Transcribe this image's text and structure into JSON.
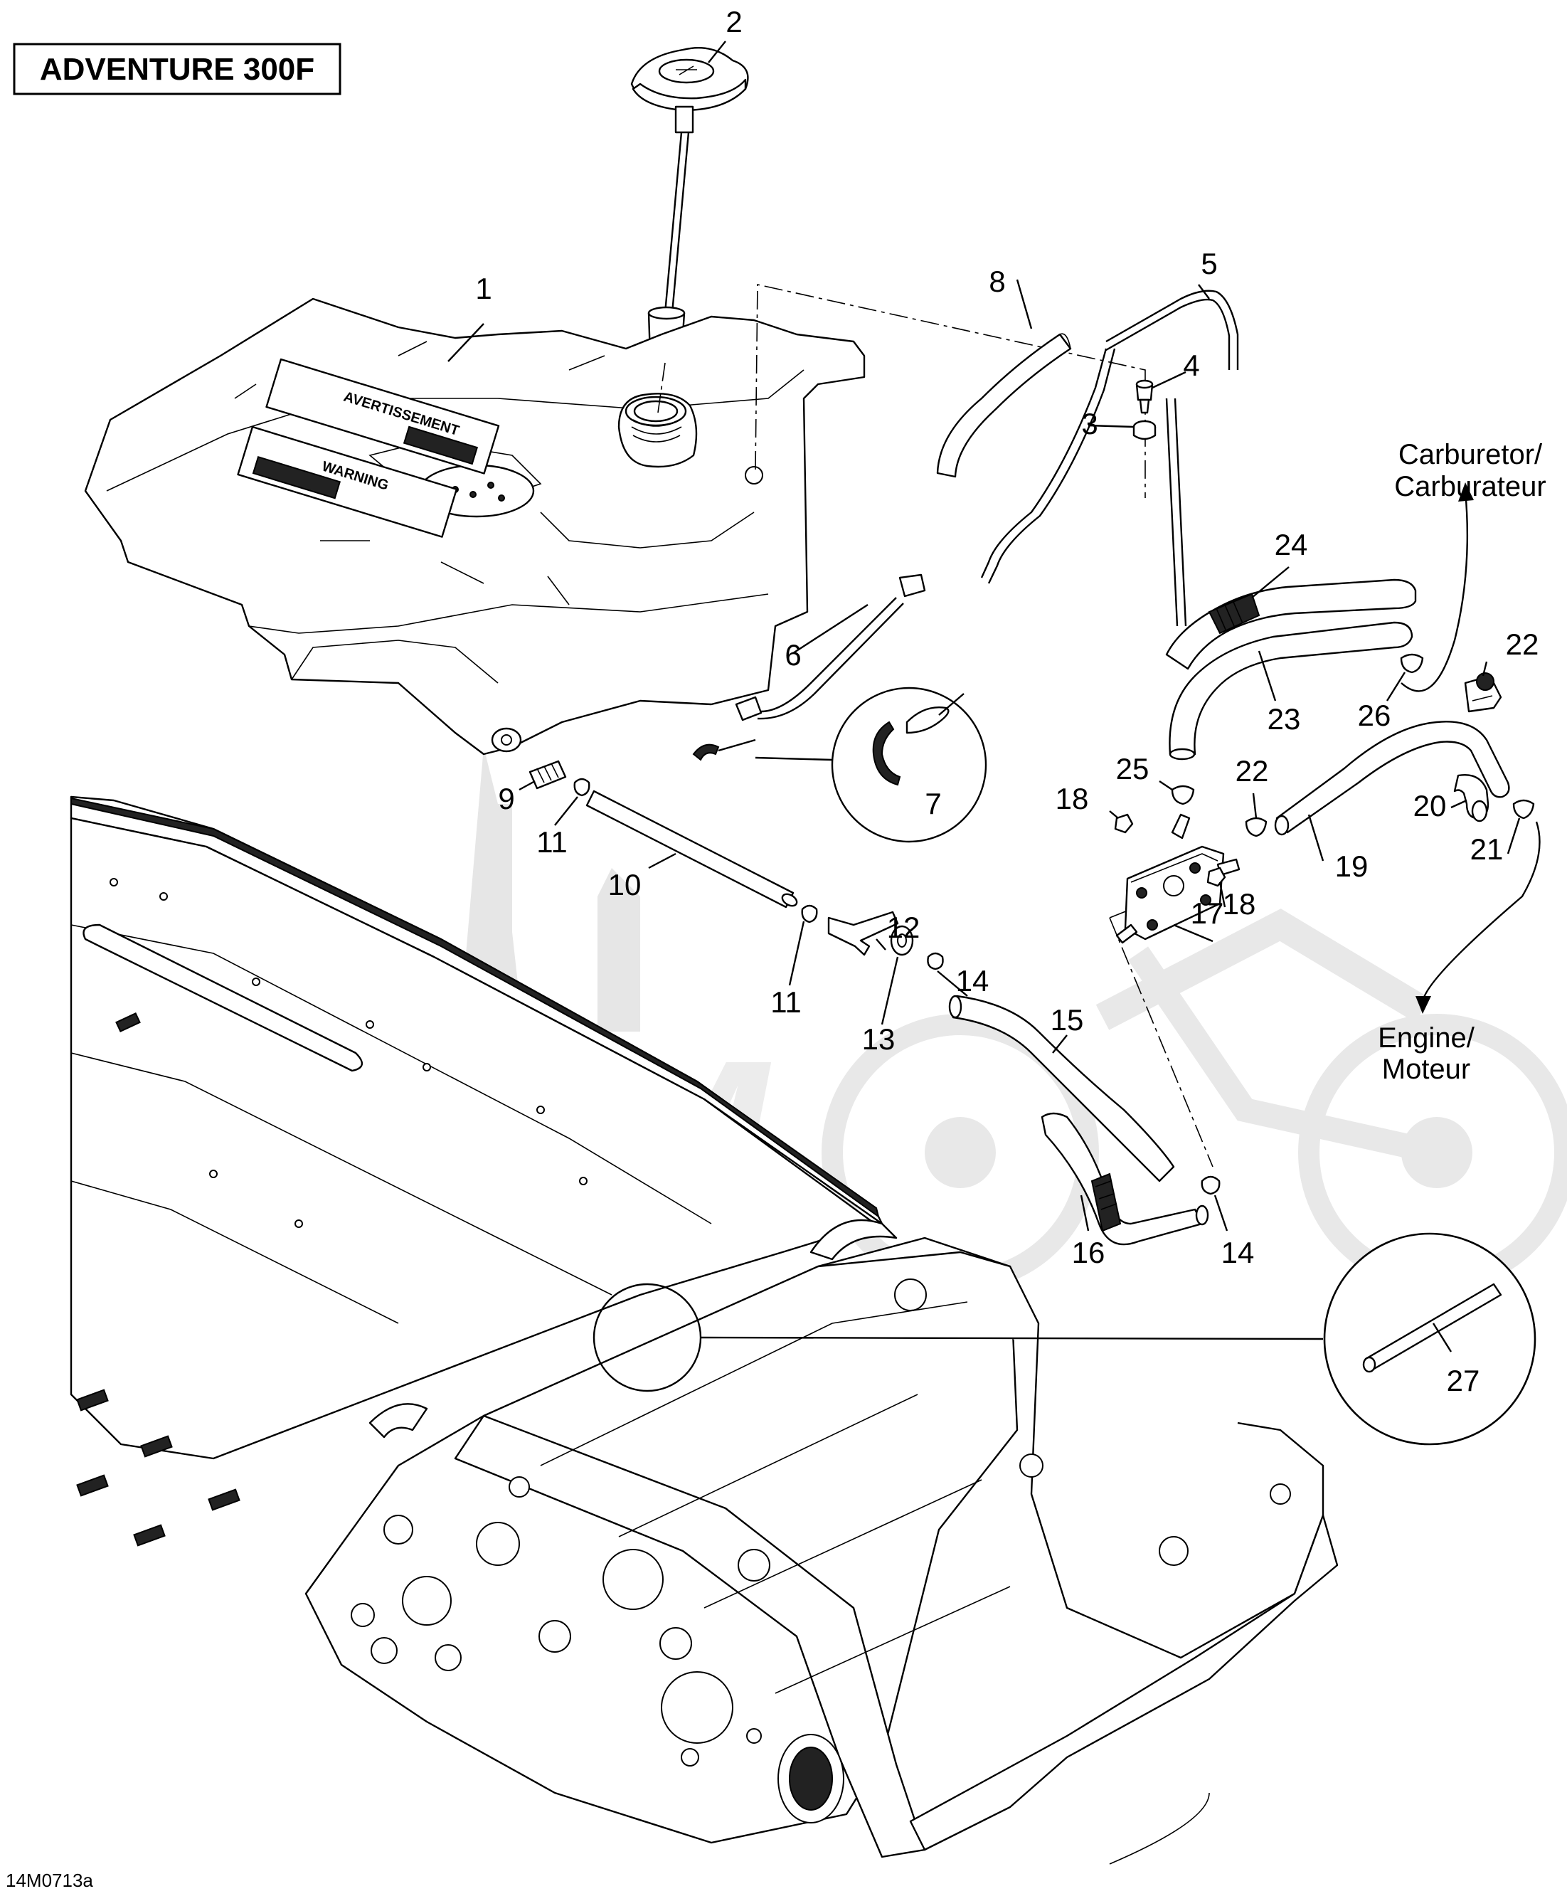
{
  "title": "ADVENTURE 300F",
  "figure_code": "14M0713a",
  "destinations": {
    "carburetor_line1": "Carburetor/",
    "carburetor_line2": "Carburateur",
    "engine_line1": "Engine/",
    "engine_line2": "Moteur"
  },
  "callouts": [
    {
      "id": "c1",
      "label": "1"
    },
    {
      "id": "c2",
      "label": "2"
    },
    {
      "id": "c3",
      "label": "3"
    },
    {
      "id": "c4",
      "label": "4"
    },
    {
      "id": "c5",
      "label": "5"
    },
    {
      "id": "c6",
      "label": "6"
    },
    {
      "id": "c7",
      "label": "7"
    },
    {
      "id": "c8",
      "label": "8"
    },
    {
      "id": "c9",
      "label": "9"
    },
    {
      "id": "c10",
      "label": "10"
    },
    {
      "id": "c11a",
      "label": "11"
    },
    {
      "id": "c11b",
      "label": "11"
    },
    {
      "id": "c12",
      "label": "12"
    },
    {
      "id": "c13",
      "label": "13"
    },
    {
      "id": "c14a",
      "label": "14"
    },
    {
      "id": "c14b",
      "label": "14"
    },
    {
      "id": "c15",
      "label": "15"
    },
    {
      "id": "c16",
      "label": "16"
    },
    {
      "id": "c17",
      "label": "17"
    },
    {
      "id": "c18a",
      "label": "18"
    },
    {
      "id": "c18b",
      "label": "18"
    },
    {
      "id": "c19",
      "label": "19"
    },
    {
      "id": "c20",
      "label": "20"
    },
    {
      "id": "c21",
      "label": "21"
    },
    {
      "id": "c22a",
      "label": "22"
    },
    {
      "id": "c22b",
      "label": "22"
    },
    {
      "id": "c23",
      "label": "23"
    },
    {
      "id": "c24",
      "label": "24"
    },
    {
      "id": "c25",
      "label": "25"
    },
    {
      "id": "c26",
      "label": "26"
    },
    {
      "id": "c27",
      "label": "27"
    }
  ],
  "tank_decal": {
    "warning_fr": "AVERTISSEMENT",
    "warning_en": "WARNING"
  }
}
